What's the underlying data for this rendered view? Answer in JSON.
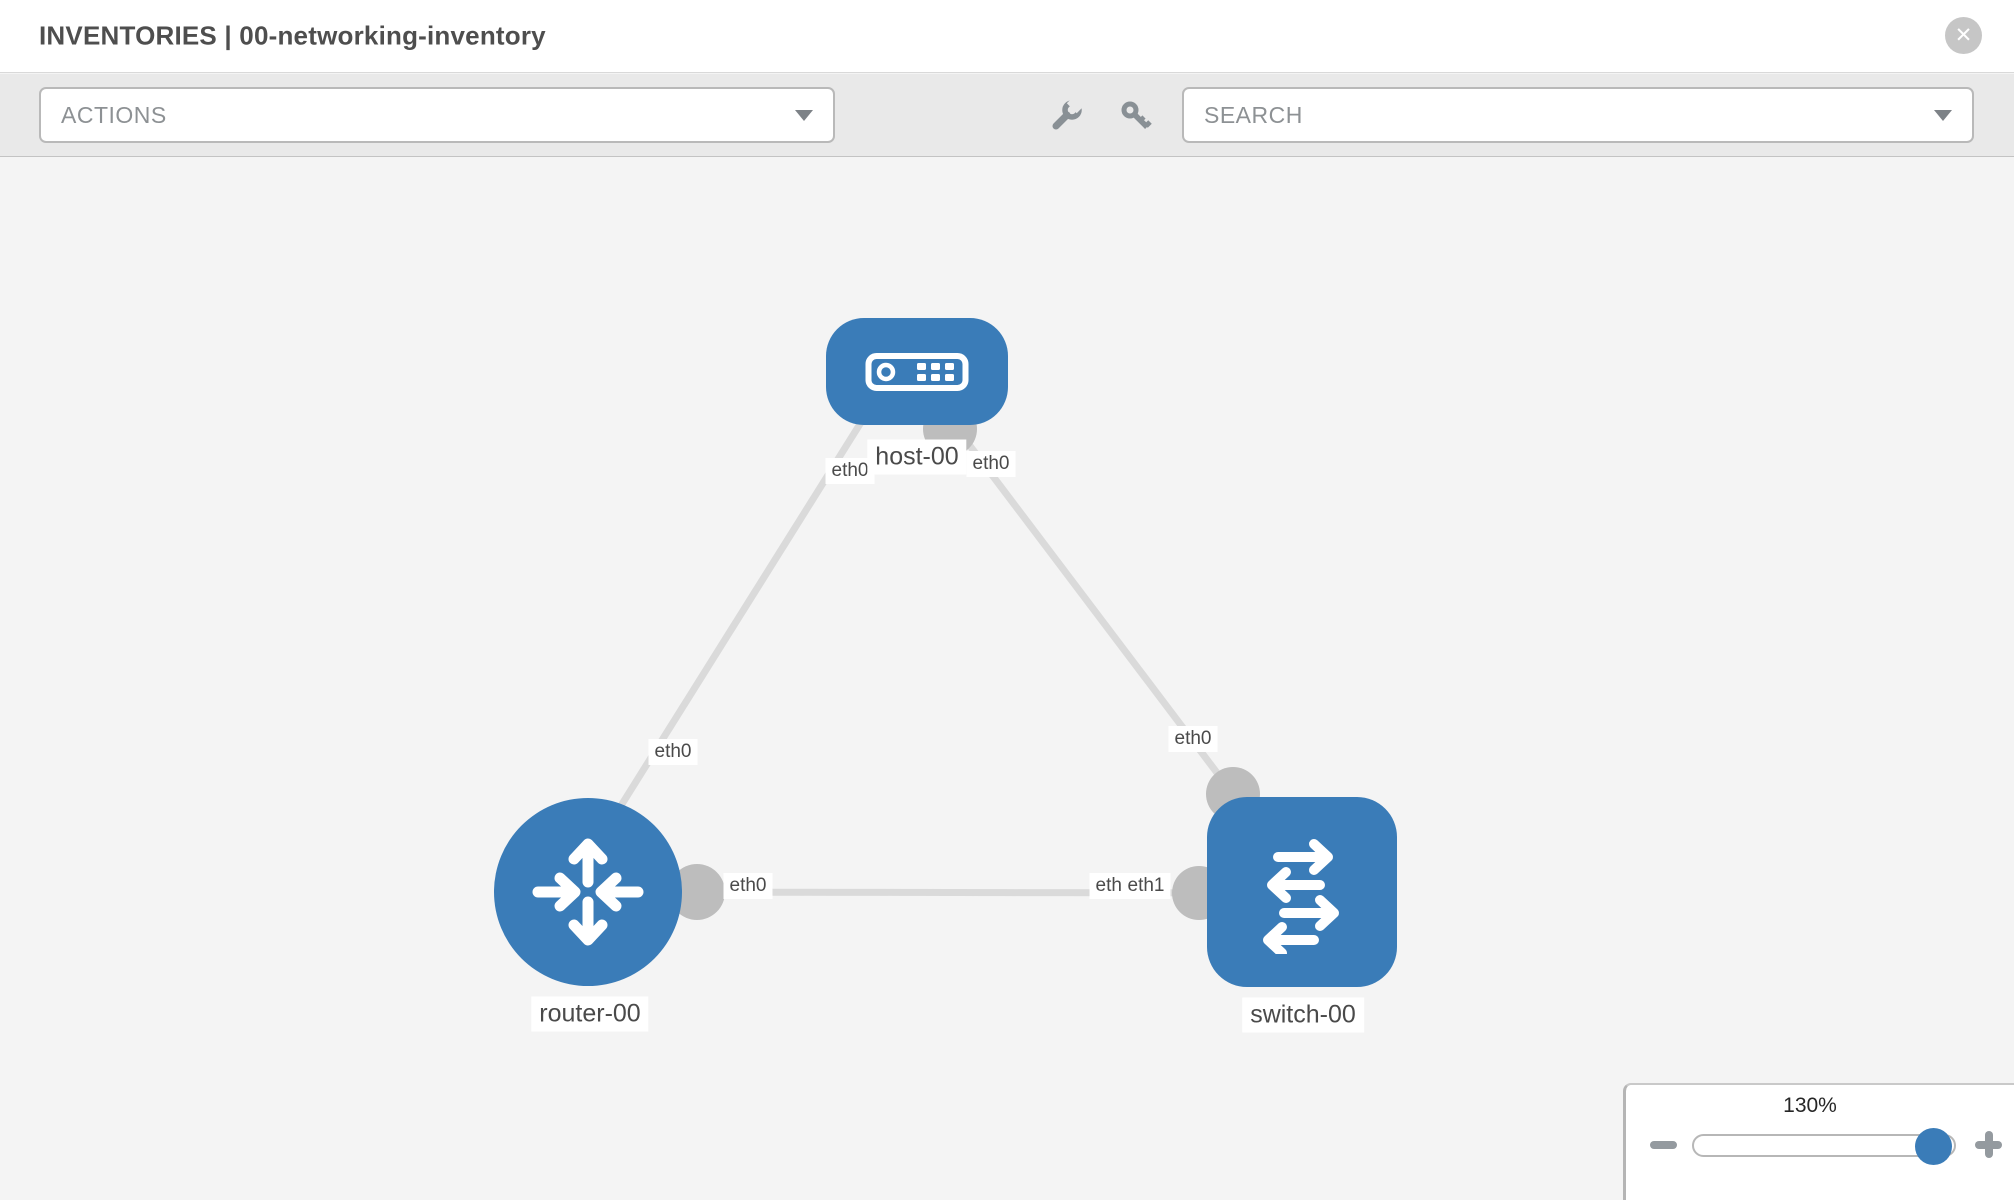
{
  "window": {
    "title": "INVENTORIES | 00-networking-inventory",
    "close_label": "✕"
  },
  "toolbar": {
    "actions_label": "ACTIONS",
    "search_label": "SEARCH",
    "tools": [
      {
        "icon": "wrench-icon"
      },
      {
        "icon": "key-icon"
      }
    ]
  },
  "topology": {
    "nodes": [
      {
        "name": "host-00",
        "type": "host"
      },
      {
        "name": "router-00",
        "type": "router"
      },
      {
        "name": "switch-00",
        "type": "switch"
      }
    ],
    "links": [
      {
        "source": "router-00",
        "source_interface": "eth0",
        "target": "host-00",
        "target_interface": "eth0"
      },
      {
        "source": "switch-00",
        "source_interface": "eth0",
        "target": "host-00",
        "target_interface": "eth0"
      },
      {
        "source": "router-00",
        "source_interface": "eth0",
        "target": "switch-00",
        "target_interface": "eth1"
      }
    ],
    "labels": {
      "host": "host-00",
      "router": "router-00",
      "switch": "switch-00",
      "host_if_left": "eth0",
      "host_if_right": "eth0",
      "router_host_link_if": "eth0",
      "switch_host_link_if": "eth0",
      "router_switch_link_if": "eth0",
      "switch_if_occluded": "eth0",
      "switch_router_link_if": "eth1"
    }
  },
  "zoom": {
    "level": "130%"
  },
  "colors": {
    "node_blue": "#3a7cb8",
    "link_gray": "#dadada",
    "connector_gray": "#bdbdbd",
    "canvas_bg": "#f4f4f4"
  }
}
